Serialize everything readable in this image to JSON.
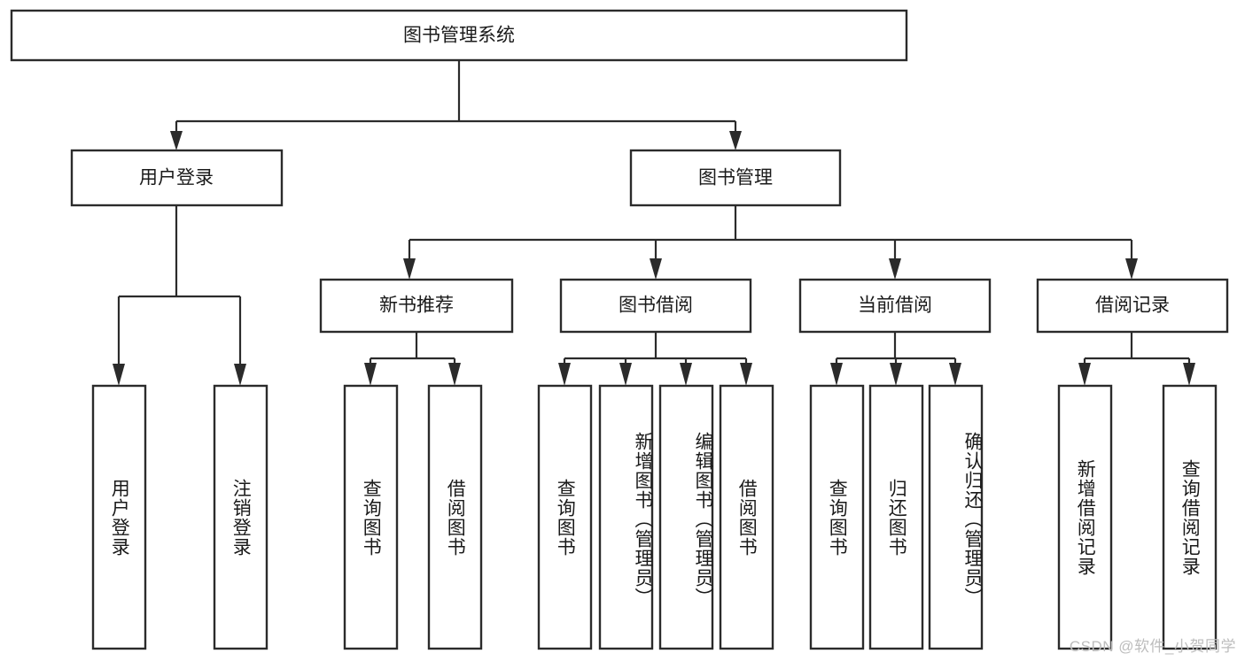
{
  "diagram": {
    "type": "tree-hierarchy",
    "title": "图书管理系统功能结构图",
    "root": {
      "id": "root",
      "label": "图书管理系统",
      "orientation": "horizontal"
    },
    "level2": [
      {
        "id": "user-login",
        "label": "用户登录",
        "orientation": "horizontal"
      },
      {
        "id": "book-manage",
        "label": "图书管理",
        "orientation": "horizontal"
      }
    ],
    "level3": [
      {
        "id": "new-book-rec",
        "label": "新书推荐",
        "orientation": "horizontal",
        "parent": "book-manage"
      },
      {
        "id": "book-borrow",
        "label": "图书借阅",
        "orientation": "horizontal",
        "parent": "book-manage"
      },
      {
        "id": "current-borrow",
        "label": "当前借阅",
        "orientation": "horizontal",
        "parent": "book-manage"
      },
      {
        "id": "borrow-record",
        "label": "借阅记录",
        "orientation": "horizontal",
        "parent": "book-manage"
      }
    ],
    "leaves": [
      {
        "id": "leaf-user-login",
        "label": "用户登录",
        "orientation": "vertical",
        "parent": "user-login"
      },
      {
        "id": "leaf-user-logout",
        "label": "注销登录",
        "orientation": "vertical",
        "parent": "user-login"
      },
      {
        "id": "leaf-query-book-1",
        "label": "查询图书",
        "orientation": "vertical",
        "parent": "new-book-rec"
      },
      {
        "id": "leaf-borrow-book-1",
        "label": "借阅图书",
        "orientation": "vertical",
        "parent": "new-book-rec"
      },
      {
        "id": "leaf-query-book-2",
        "label": "查询图书",
        "orientation": "vertical",
        "parent": "book-borrow"
      },
      {
        "id": "leaf-add-book",
        "label": "新增图书（管理员）",
        "orientation": "vertical",
        "parent": "book-borrow"
      },
      {
        "id": "leaf-edit-book",
        "label": "编辑图书（管理员）",
        "orientation": "vertical",
        "parent": "book-borrow"
      },
      {
        "id": "leaf-borrow-book-2",
        "label": "借阅图书",
        "orientation": "vertical",
        "parent": "book-borrow"
      },
      {
        "id": "leaf-query-book-3",
        "label": "查询图书",
        "orientation": "vertical",
        "parent": "current-borrow"
      },
      {
        "id": "leaf-return-book",
        "label": "归还图书",
        "orientation": "vertical",
        "parent": "current-borrow"
      },
      {
        "id": "leaf-confirm-return",
        "label": "确认归还（管理员）",
        "orientation": "vertical",
        "parent": "current-borrow"
      },
      {
        "id": "leaf-add-record",
        "label": "新增借阅记录",
        "orientation": "vertical",
        "parent": "borrow-record"
      },
      {
        "id": "leaf-query-record",
        "label": "查询借阅记录",
        "orientation": "vertical",
        "parent": "borrow-record"
      }
    ]
  },
  "watermark": {
    "text": "CSDN @软件_小贺同学"
  },
  "colors": {
    "stroke": "#2b2b2b",
    "fill": "#ffffff",
    "text": "#1a1a1a",
    "watermark": "#bdbdbd"
  }
}
